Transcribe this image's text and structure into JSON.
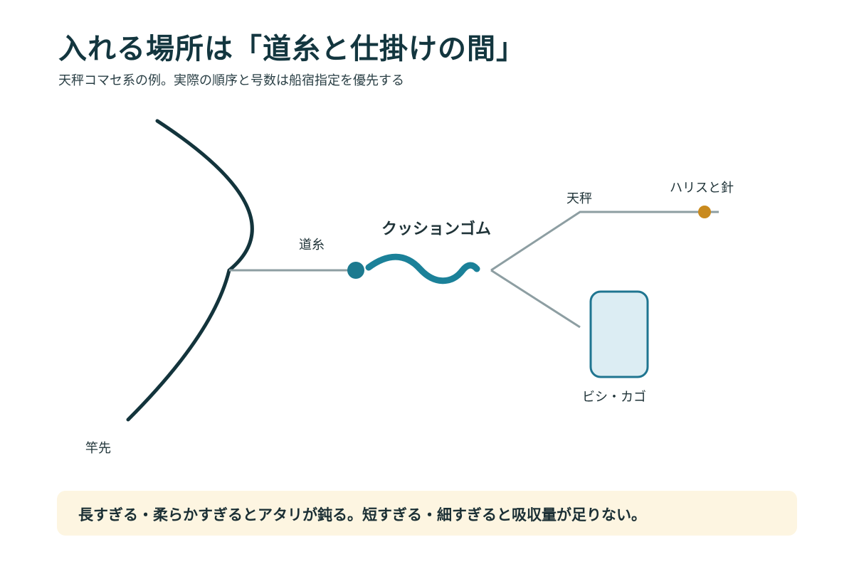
{
  "header": {
    "title": "入れる場所は「道糸と仕掛けの間」",
    "subtitle": "天秤コマセ系の例。実際の順序と号数は船宿指定を優先する"
  },
  "diagram": {
    "labels": {
      "rod_tip": "竿先",
      "main_line": "道糸",
      "cushion_rubber": "クッションゴム",
      "tenbin": "天秤",
      "leader_hook": "ハリスと針",
      "bishi_kago": "ビシ・カゴ"
    },
    "colors": {
      "rod": "#13343c",
      "line": "#8d9ea2",
      "cushion": "#1b8199",
      "connector": "#1d7a8f",
      "hook_dot": "#c98a1e",
      "kago_fill": "#dcedf3",
      "kago_stroke": "#1f7590",
      "note_bg": "#fdf5e1"
    }
  },
  "note": {
    "text": "長すぎる・柔らかすぎるとアタリが鈍る。短すぎる・細すぎると吸収量が足りない。"
  }
}
